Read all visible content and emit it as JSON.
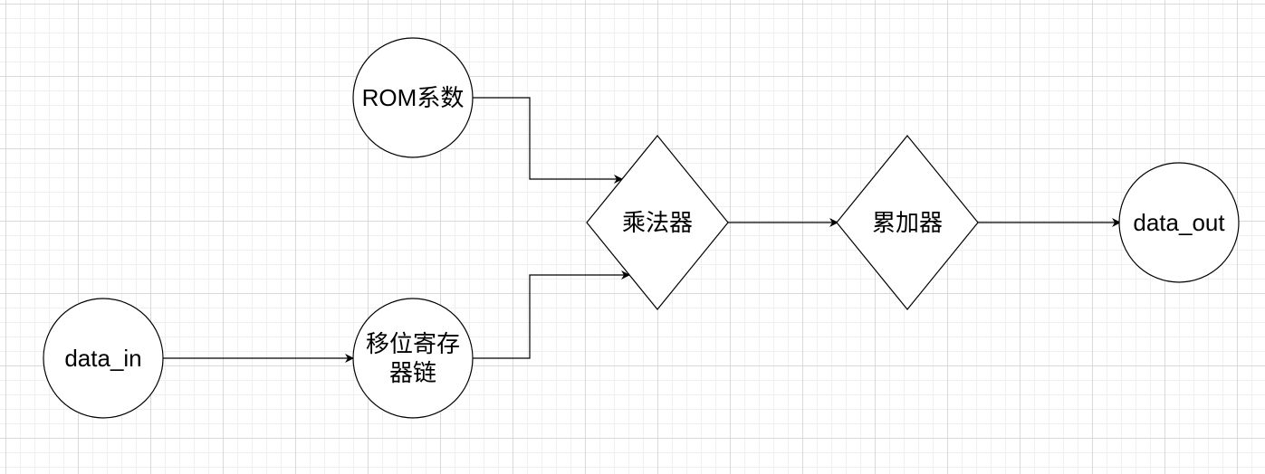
{
  "nodes": {
    "rom": {
      "label": "ROM系数"
    },
    "data_in": {
      "label": "data_in"
    },
    "shift_reg": {
      "label": "移位寄存器链"
    },
    "multiplier": {
      "label": "乘法器"
    },
    "accumulator": {
      "label": "累加器"
    },
    "data_out": {
      "label": "data_out"
    }
  },
  "edges": [
    {
      "from": "rom",
      "to": "multiplier"
    },
    {
      "from": "data_in",
      "to": "shift_reg"
    },
    {
      "from": "shift_reg",
      "to": "multiplier"
    },
    {
      "from": "multiplier",
      "to": "accumulator"
    },
    {
      "from": "accumulator",
      "to": "data_out"
    }
  ],
  "colors": {
    "stroke": "#000000",
    "fill": "#ffffff",
    "grid": "#d9d9d9"
  }
}
